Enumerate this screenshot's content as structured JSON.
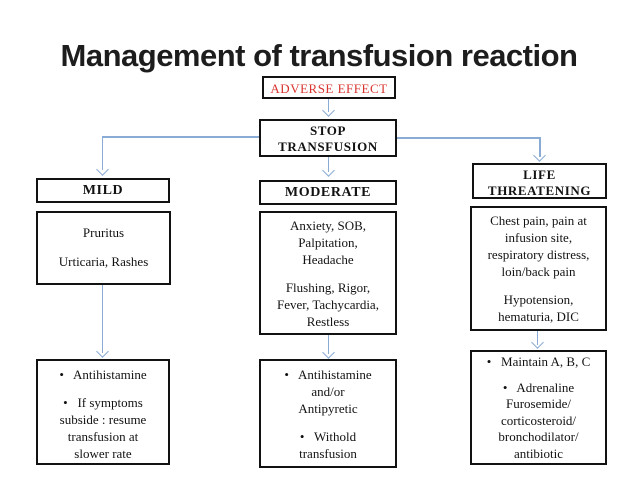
{
  "slide": {
    "title": "Management of transfusion reaction"
  },
  "colors": {
    "connector": "#8aabd4",
    "box_border": "#121212",
    "adverse_text": "#d93430",
    "title_text": "#1d1d1d"
  },
  "diagram": {
    "adverse_effect": {
      "lines": [
        "ADVERSE EFFECT"
      ]
    },
    "stop": {
      "lines": [
        "STOP",
        "TRANSFUSION"
      ]
    },
    "mild": {
      "header": "MILD",
      "symptoms": [
        "Pruritus",
        "",
        "Urticaria, Rashes"
      ],
      "management": [
        "•   Antihistamine",
        "",
        "•   If symptoms",
        "subside : resume",
        "transfusion at",
        "slower rate"
      ]
    },
    "moderate": {
      "header": "MODERATE",
      "symptoms": [
        "Anxiety, SOB,",
        "Palpitation,",
        "Headache",
        "",
        "Flushing, Rigor,",
        "Fever, Tachycardia,",
        "Restless"
      ],
      "management": [
        "•   Antihistamine",
        "and/or",
        "Antipyretic",
        "",
        "•   Withold",
        "transfusion"
      ]
    },
    "life_threatening": {
      "header_lines": [
        "LIFE",
        "THREATENING"
      ],
      "symptoms": [
        "Chest pain, pain at",
        "infusion site,",
        "respiratory distress,",
        "loin/back pain",
        "",
        "Hypotension,",
        "hematuria, DIC"
      ],
      "management": [
        "•   Maintain A, B, C",
        "",
        "•   Adrenaline",
        "Furosemide/",
        "corticosteroid/",
        "bronchodilator/",
        "antibiotic"
      ]
    }
  }
}
